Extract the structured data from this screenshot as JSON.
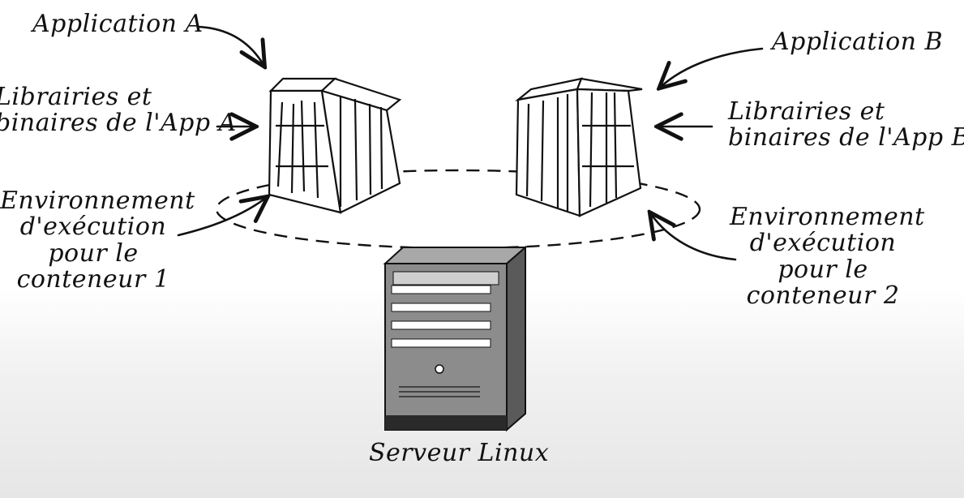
{
  "labels": {
    "app_a": "Application A",
    "app_b": "Application B",
    "libs_a": [
      "Librairies et",
      "binaires de l'App A"
    ],
    "libs_b": [
      "Librairies et",
      "binaires de l'App B"
    ],
    "env_1": [
      "Environnement",
      "d'exécution",
      "pour le",
      "conteneur 1"
    ],
    "env_2": [
      "Environnement",
      "d'exécution",
      "pour le",
      "conteneur 2"
    ],
    "server": "Serveur Linux"
  },
  "icons": [
    "container-a-icon",
    "container-b-icon",
    "server-tower-icon"
  ],
  "colors": {
    "ink": "#111111",
    "server_body": "#8c8c8c",
    "server_dark": "#2a2a2a",
    "server_side": "#5a5a5a"
  }
}
